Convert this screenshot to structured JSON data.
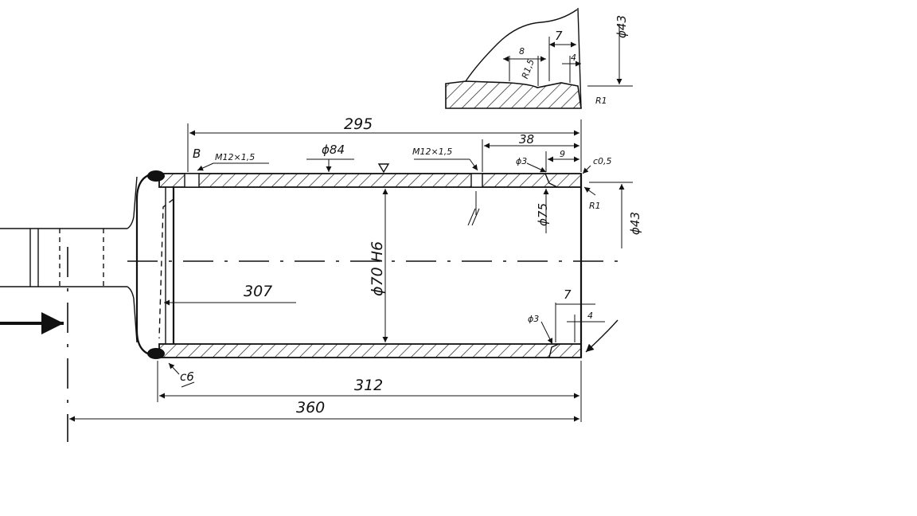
{
  "drawing": {
    "labels": {
      "len_295": "295",
      "len_38": "38",
      "len_9": "9",
      "len_7_top": "7",
      "len_8": "8",
      "len_4_top": "4",
      "dia_43_top": "ϕ43",
      "dia_43_right": "ϕ43",
      "dia_84": "ϕ84",
      "thread_left": "M12×1,5",
      "thread_right": "M12×1,5",
      "mark_b": "B",
      "r_1_5": "R1,5",
      "r_1_top": "R1",
      "r_1_right": "R1",
      "dia_3_top": "ϕ3",
      "dia_3_bottom": "ϕ3",
      "dia_75": "ϕ75",
      "chamfer": "c0,5",
      "bore": "ϕ70 H6",
      "len_307": "307",
      "len_7_bottom": "7",
      "len_4_bottom": "4",
      "weld": "c6",
      "len_312": "312",
      "len_360": "360"
    }
  }
}
